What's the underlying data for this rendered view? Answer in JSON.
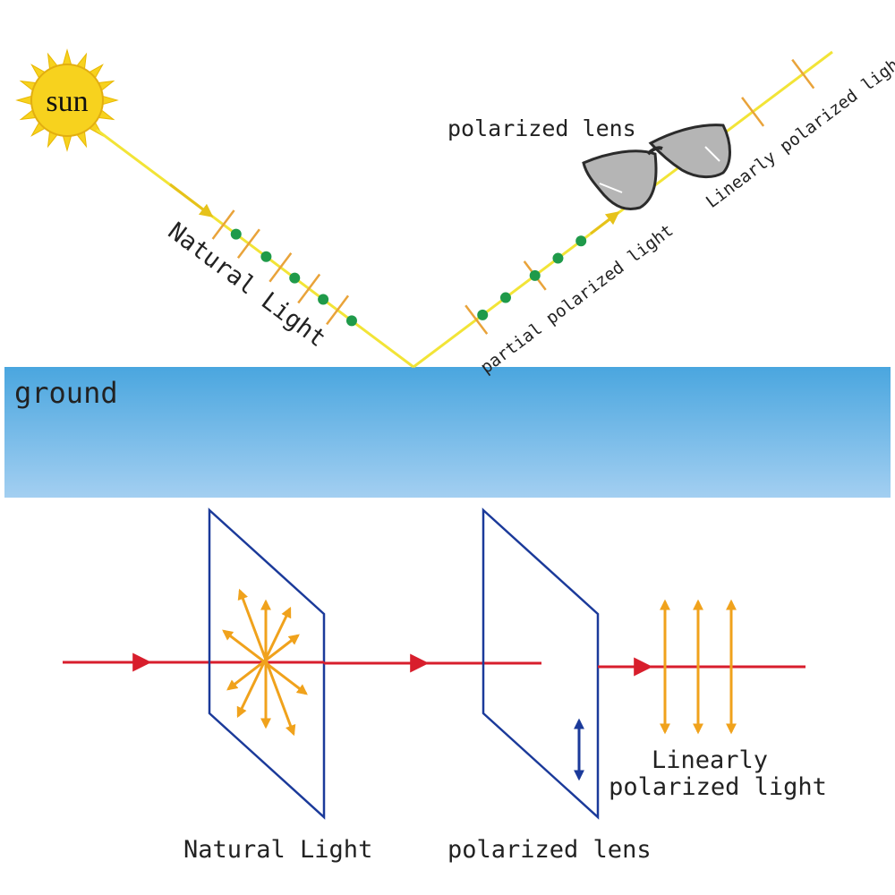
{
  "sun": {
    "label": "sun"
  },
  "reflection": {
    "incident_label": "Natural Light",
    "reflected_label": "partial polarized light",
    "lens_label": "polarized lens",
    "transmitted_label": "Linearly polarized light",
    "surface_label": "ground"
  },
  "filter": {
    "natural_label": "Natural Light",
    "lens_label": "polarized lens",
    "output_label_line1": "Linearly",
    "output_label_line2": "polarized light"
  },
  "colors": {
    "sun": "#f7d21e",
    "ray": "#f2e437",
    "wave_tick": "#e9a33a",
    "dot": "#1f9a4a",
    "ground_top": "#4aa6df",
    "ground_bottom": "#9fcdf0",
    "beam": "#d81e2c",
    "frame": "#1b3a9a",
    "vector": "#f0a21c",
    "axis": "#1b3a9a"
  }
}
